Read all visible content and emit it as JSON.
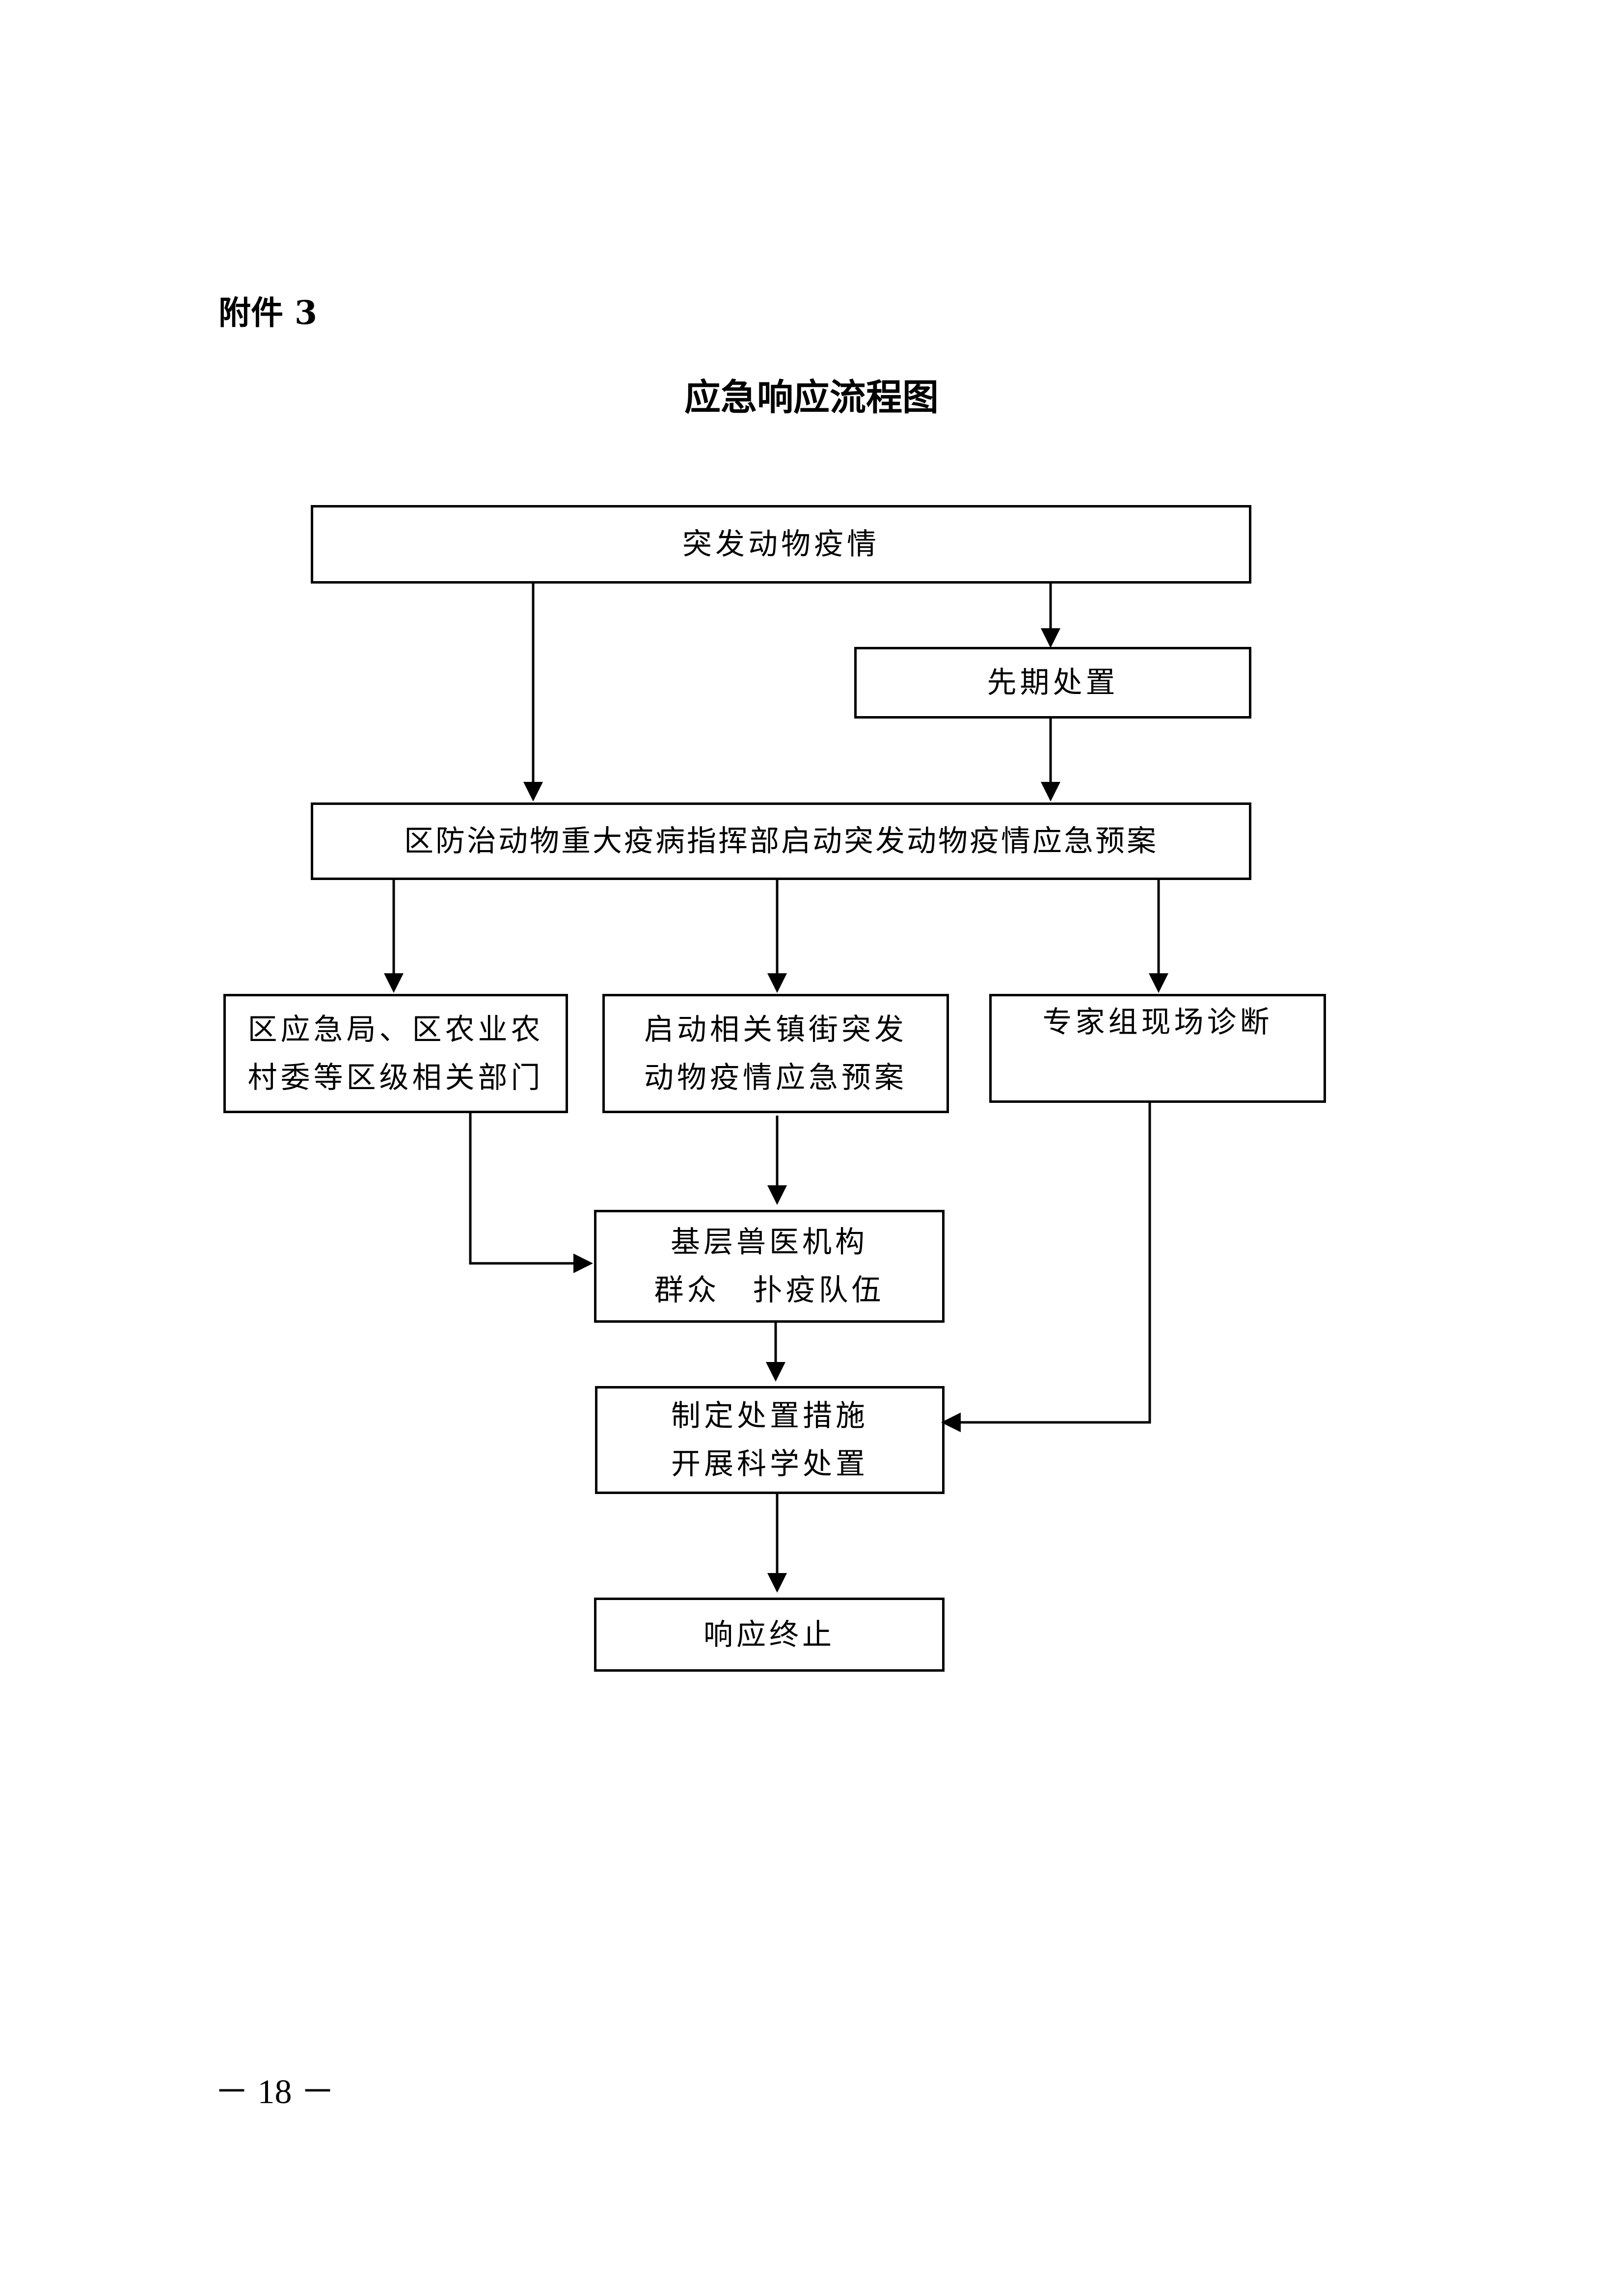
{
  "header": {
    "attachment": "附件 3"
  },
  "diagram": {
    "title": "应急响应流程图",
    "nodes": {
      "outbreak": "突发动物疫情",
      "initial_response": "先期处置",
      "command_plan": "区防治动物重大疫病指挥部启动突发动物疫情应急预案",
      "departments": [
        "区应急局、区农业农",
        "村委等区级相关部门"
      ],
      "town_plan": [
        "启动相关镇街突发",
        "动物疫情应急预案"
      ],
      "expert_diagnosis": "专家组现场诊断",
      "grassroots": [
        "基层兽医机构",
        "群众　扑疫队伍"
      ],
      "measures": [
        "制定处置措施",
        "开展科学处置"
      ],
      "termination": "响应终止"
    }
  },
  "footer": {
    "page_number": "－ 18 －"
  }
}
